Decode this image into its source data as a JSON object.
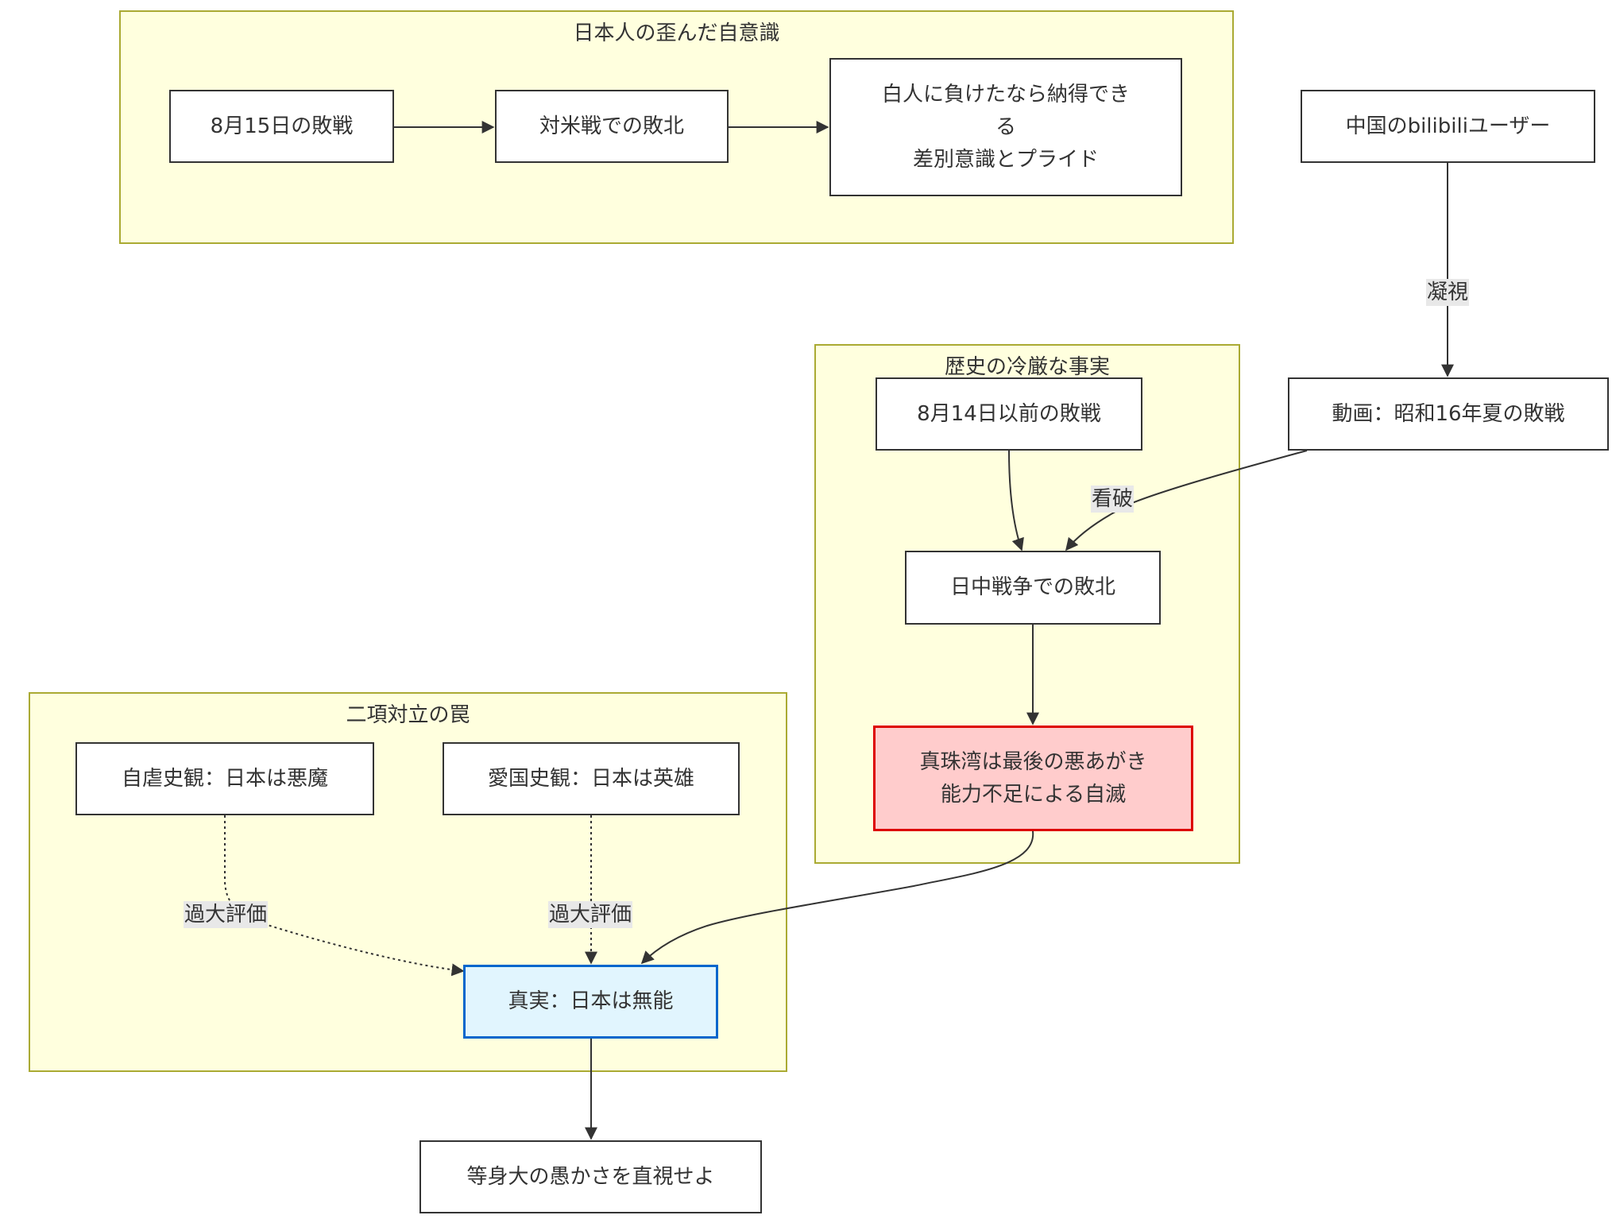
{
  "clusters": {
    "distorted": {
      "title": "日本人の歪んだ自意識"
    },
    "facts": {
      "title": "歴史の冷厳な事実"
    },
    "dichotomy": {
      "title": "二項対立の罠"
    }
  },
  "nodes": {
    "aug15": "8月15日の敗戦",
    "us_defeat": "対米戦での敗北",
    "white_pride": "白人に負けたなら納得でき\nる\n差別意識とプライド",
    "bilibili": "中国のbilibiliユーザー",
    "video": "動画：昭和16年夏の敗戦",
    "before_aug14": "8月14日以前の敗戦",
    "china_defeat": "日中戦争での敗北",
    "pearl_harbor": "真珠湾は最後の悪あがき\n能力不足による自滅",
    "masochistic": "自虐史観：日本は悪魔",
    "patriotic": "愛国史観：日本は英雄",
    "truth": "真実：日本は無能",
    "face": "等身大の愚かさを直視せよ"
  },
  "edge_labels": {
    "gaze": "凝視",
    "see_through": "看破",
    "overrate_1": "過大評価",
    "overrate_2": "過大評価"
  },
  "colors": {
    "cluster_fill": "#ffffde",
    "cluster_border": "#aaaa33",
    "red_fill": "#ffcccc",
    "red_border": "#dd0000",
    "blue_fill": "#e1f5fe",
    "blue_border": "#0066cc",
    "edge": "#333333"
  }
}
